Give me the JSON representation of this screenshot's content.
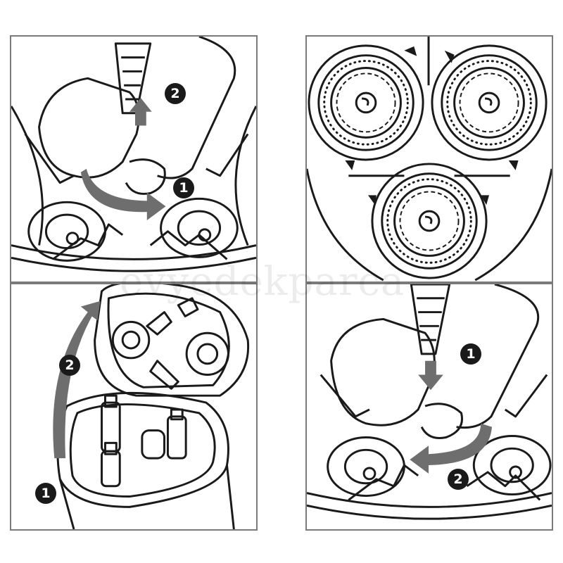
{
  "watermark": "evyedekparca",
  "panels": [
    {
      "id": "remove-cutters",
      "steps": [
        "2",
        "1"
      ]
    },
    {
      "id": "shaving-unit-closeup",
      "steps": []
    },
    {
      "id": "open-shaving-unit",
      "steps": [
        "2",
        "1"
      ]
    },
    {
      "id": "insert-cutters",
      "steps": [
        "1",
        "2"
      ]
    }
  ],
  "colors": {
    "line": "#1a1a1a",
    "arrow": "#6e6e6e",
    "badge": "#1a1a1a",
    "border": "#7a7a7a"
  }
}
